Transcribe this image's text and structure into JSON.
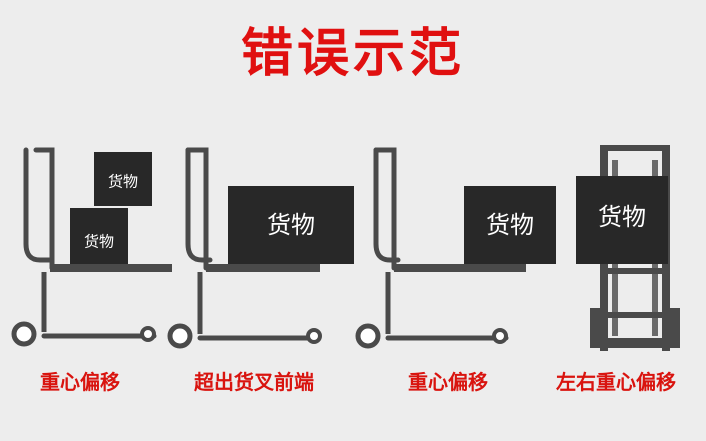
{
  "title": "错误示范",
  "colors": {
    "title": "#e01010",
    "caption": "#d9140f",
    "machine": "#4a4a4a",
    "cargo": "#282828",
    "cargo_text": "#ffffff",
    "background": "#ededed"
  },
  "cargo_label": "货物",
  "captions": [
    "重心偏移",
    "超出货叉前端",
    "重心偏移",
    "左右重心偏移"
  ]
}
